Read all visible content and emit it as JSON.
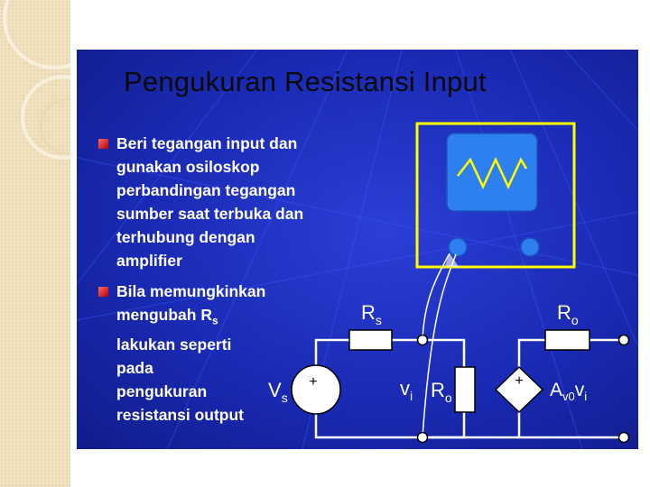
{
  "slide": {
    "title": "Pengukuran Resistansi Input",
    "bullets": [
      {
        "lines": [
          "Beri tegangan input dan",
          "gunakan osiloskop",
          "perbandingan tegangan",
          "sumber saat terbuka dan",
          "terhubung dengan",
          "amplifier"
        ]
      },
      {
        "lines": [
          "Bila memungkinkan",
          "mengubah R",
          "lakukan seperti",
          "pada",
          "pengukuran",
          "resistansi output"
        ],
        "subscript_line": 1,
        "subscript": "s"
      }
    ]
  },
  "circuit": {
    "rs": {
      "main": "R",
      "sub": "s"
    },
    "ro_out": {
      "main": "R",
      "sub": "o"
    },
    "vs": {
      "main": "V",
      "sub": "s"
    },
    "vi": {
      "main": "v",
      "sub": "i"
    },
    "ro_in": {
      "main": "R",
      "sub": "o"
    },
    "av": {
      "main": "A",
      "sub": "v0",
      "main2": "v",
      "sub2": "i"
    },
    "plus_vs": "+",
    "plus_dep": "+"
  },
  "colors": {
    "slide_bg": "#1a2ab4",
    "wire": "#ffffff",
    "accent": "#ffff00",
    "component_fill": "#ffffff"
  }
}
